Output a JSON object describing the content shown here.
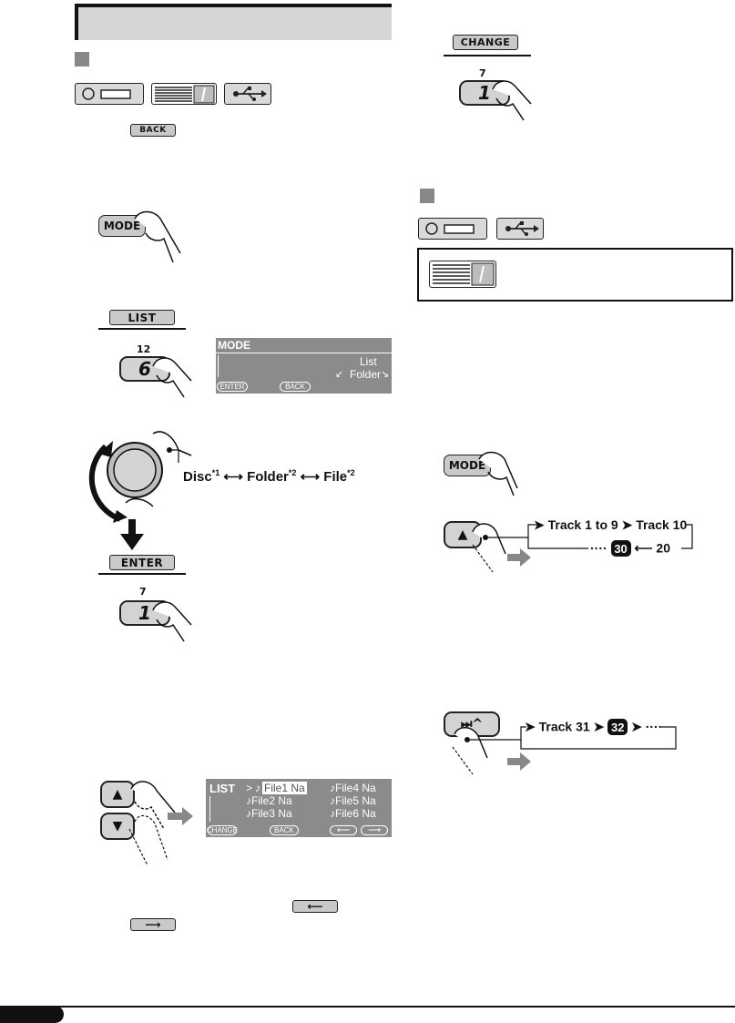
{
  "left": {
    "back_btn": "BACK",
    "mode_btn": "MODE",
    "list_btn": "LIST",
    "key6": {
      "num": "12",
      "label": "6"
    },
    "display1": {
      "title": "MODE",
      "list": "List",
      "folder": "Folder",
      "enter": "ENTER",
      "back": "BACK"
    },
    "cycle": {
      "disc": "Disc",
      "disc_sup": "*1",
      "folder": "Folder",
      "folder_sup": "*2",
      "file": "File",
      "file_sup": "*2"
    },
    "enter_btn": "ENTER",
    "key1": {
      "num": "7",
      "label": "1"
    },
    "display2": {
      "title": "LIST",
      "files": [
        "File1 Na",
        "File2 Na",
        "File3 Na",
        "File4 Na",
        "File5 Na",
        "File6 Na"
      ],
      "change": "CHANGE",
      "back": "BACK"
    }
  },
  "right": {
    "change_btn": "CHANGE",
    "key1": {
      "num": "7",
      "label": "1"
    },
    "mode_btn": "MODE",
    "sequence1": {
      "t1": "Track 1 to 9",
      "t2": "Track 10",
      "t3": "20",
      "t4": "30",
      "dots": "····"
    },
    "sequence2": {
      "t1": "Track 31",
      "t2": "32",
      "dots": "····"
    }
  }
}
